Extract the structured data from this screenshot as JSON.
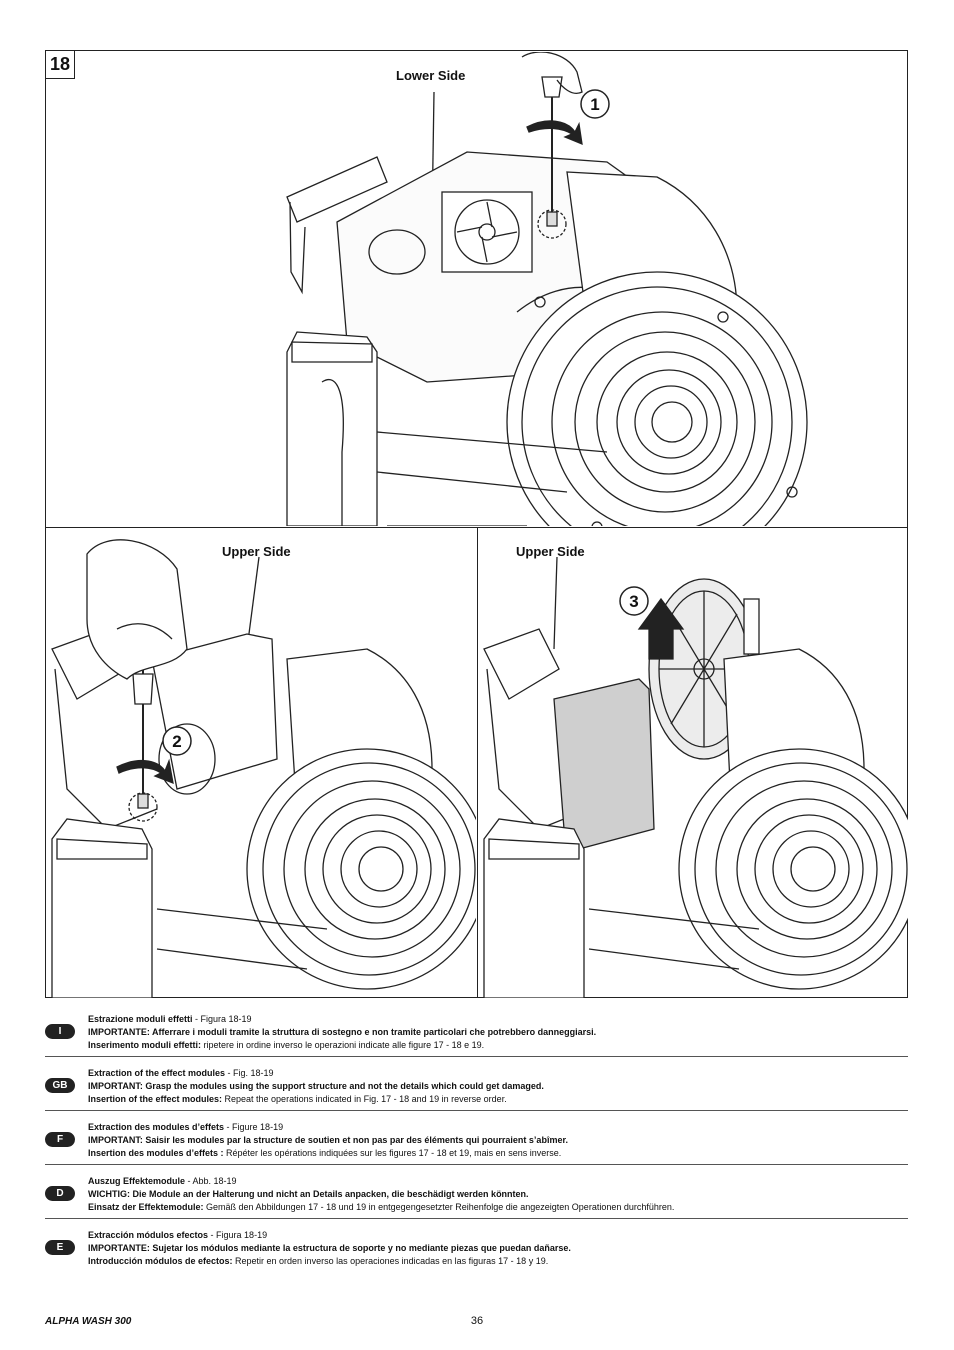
{
  "figure": {
    "number": "18",
    "labels": {
      "lower_side": "Lower Side",
      "upper_side_left": "Upper Side",
      "upper_side_right": "Upper Side"
    },
    "steps": [
      "1",
      "2",
      "3"
    ]
  },
  "languages": [
    {
      "code": "I",
      "title": "Estrazione moduli effetti",
      "figure_ref": " - Figura 18-19",
      "important": "IMPORTANTE: Afferrare i moduli tramite la struttura di sostegno e non tramite particolari che potrebbero danneggiarsi.",
      "insertion_label": "Inserimento moduli effetti:",
      "insertion_text": " ripetere in ordine inverso le operazioni indicate alle figure 17 - 18 e 19."
    },
    {
      "code": "GB",
      "title": "Extraction of the effect modules",
      "figure_ref": " - Fig. 18-19",
      "important": "IMPORTANT: Grasp the modules using the support structure and not the details which could get damaged.",
      "insertion_label": "Insertion of the effect modules:",
      "insertion_text": " Repeat the operations indicated in Fig. 17 - 18 and 19 in reverse order."
    },
    {
      "code": "F",
      "title": "Extraction des modules d’effets",
      "figure_ref": " - Figure 18-19",
      "important": "IMPORTANT: Saisir les modules par la structure de soutien et non pas par des éléments qui pourraient s’abîmer.",
      "insertion_label": "Insertion des modules d’effets :",
      "insertion_text": " Répéter les opérations indiquées sur les figures 17 - 18 et 19, mais en sens inverse."
    },
    {
      "code": "D",
      "title": "Auszug Effektemodule",
      "figure_ref": " - Abb. 18-19",
      "important": "WICHTIG: Die Module an der Halterung und nicht an Details anpacken, die beschädigt werden könnten.",
      "insertion_label": "Einsatz der Effektemodule:",
      "insertion_text": " Gemäß den Abbildungen 17 - 18 und 19 in entgegengesetzter Reihenfolge die angezeigten Operationen durchführen."
    },
    {
      "code": "E",
      "title": "Extracción módulos efectos",
      "figure_ref": " - Figura 18-19",
      "important": "IMPORTANTE: Sujetar los módulos mediante la estructura de soporte y no mediante piezas que puedan dañarse.",
      "insertion_label": "Introducción módulos de efectos:",
      "insertion_text": " Repetir en orden inverso las operaciones indicadas en las figuras 17 - 18 y 19."
    }
  ],
  "footer": {
    "product": "ALPHA WASH 300",
    "page_number": "36"
  }
}
